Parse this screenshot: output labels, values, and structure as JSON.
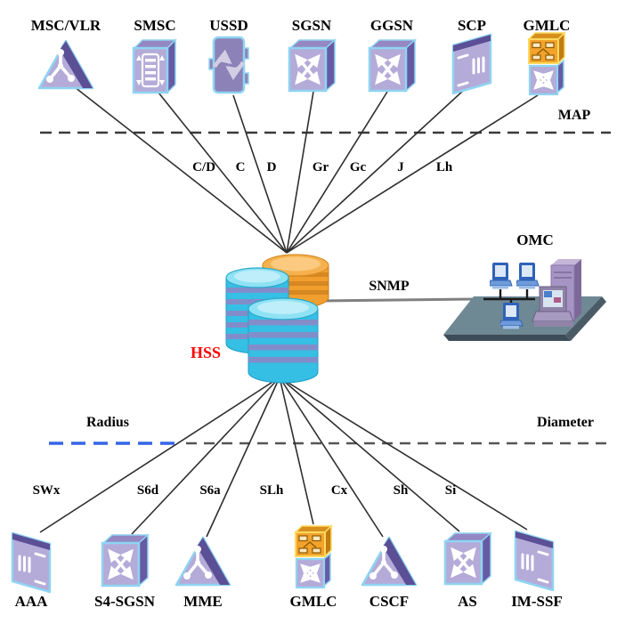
{
  "diagram": {
    "hss_label": "HSS",
    "snmp_label": "SNMP",
    "omc_label": "OMC",
    "zones": {
      "map": "MAP",
      "radius": "Radius",
      "diameter": "Diameter"
    },
    "top_nodes": [
      {
        "label": "MSC/VLR",
        "interface": "C/D",
        "icon": "triangle-network-icon"
      },
      {
        "label": "SMSC",
        "interface": "C",
        "icon": "message-queue-icon"
      },
      {
        "label": "USSD",
        "interface": "D",
        "icon": "curved-arrows-icon"
      },
      {
        "label": "SGSN",
        "interface": "Gr",
        "icon": "switch-icon"
      },
      {
        "label": "GGSN",
        "interface": "Gc",
        "icon": "switch-icon"
      },
      {
        "label": "SCP",
        "interface": "J",
        "icon": "blade-icon"
      },
      {
        "label": "GMLC",
        "interface": "Lh",
        "icon": "gmlc-stack-icon"
      }
    ],
    "bottom_nodes": [
      {
        "label": "AAA",
        "interface": "SWx",
        "icon": "blade-icon"
      },
      {
        "label": "S4-SGSN",
        "interface": "S6d",
        "icon": "switch-icon"
      },
      {
        "label": "MME",
        "interface": "S6a",
        "icon": "triangle-network-icon"
      },
      {
        "label": "GMLC",
        "interface": "SLh",
        "icon": "gmlc-stack-icon"
      },
      {
        "label": "CSCF",
        "interface": "Cx",
        "icon": "triangle-network-icon"
      },
      {
        "label": "AS",
        "interface": "Sh",
        "icon": "switch-icon"
      },
      {
        "label": "IM-SSF",
        "interface": "Si",
        "icon": "blade-icon"
      }
    ],
    "colors": {
      "hss_text": "#ff0000",
      "radius_dash": "#3565e8",
      "map_dash": "#3a3a3a",
      "connection_line": "#2e2e2e",
      "icon_fill": "#b5abd8",
      "icon_border": "#8ed4f2",
      "icon_accent": "#5b4f96",
      "gmlc_orange": "#f3a32c",
      "cylinder_cyan": "#35bfe4",
      "cylinder_orange": "#f09f2e",
      "omc_platform": "#6e8894"
    }
  }
}
